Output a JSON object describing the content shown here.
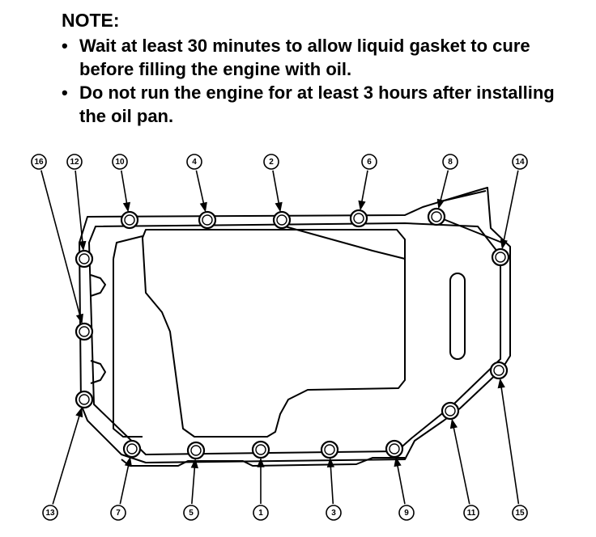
{
  "note": {
    "title": "NOTE:",
    "items": [
      "Wait at least 30 minutes to allow liquid gasket to cure before filling the engine with oil.",
      "Do not run the engine for at least 3 hours after installing the oil pan."
    ],
    "bullet": "•"
  },
  "diagram": {
    "bolt_labels": [
      "1",
      "2",
      "3",
      "4",
      "5",
      "6",
      "7",
      "8",
      "9",
      "10",
      "11",
      "12",
      "13",
      "14",
      "15",
      "16"
    ]
  }
}
